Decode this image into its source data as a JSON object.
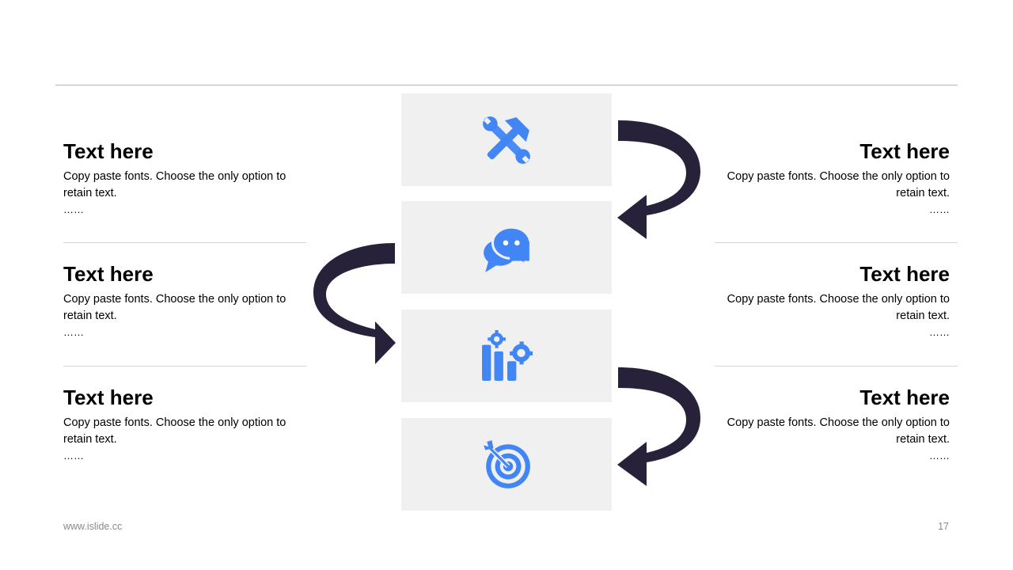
{
  "footer": {
    "site": "www.islide.cc",
    "page_number": "17"
  },
  "colors": {
    "icon": "#4285F4",
    "arrow": "#27223a",
    "box_bg": "#f0f0f0"
  },
  "steps": [
    {
      "icon": "tools-icon"
    },
    {
      "icon": "chat-icon"
    },
    {
      "icon": "chart-gear-icon"
    },
    {
      "icon": "target-icon"
    }
  ],
  "left_items": [
    {
      "title": "Text here",
      "body": "Copy paste fonts. Choose the only option to retain text.",
      "more": "……"
    },
    {
      "title": "Text here",
      "body": "Copy paste fonts. Choose the only option to retain text.",
      "more": "……"
    },
    {
      "title": "Text here",
      "body": "Copy paste fonts. Choose the only option to retain text.",
      "more": "……"
    }
  ],
  "right_items": [
    {
      "title": "Text here",
      "body": "Copy paste fonts. Choose the only option to retain text.",
      "more": "……"
    },
    {
      "title": "Text here",
      "body": "Copy paste fonts. Choose the only option to retain text.",
      "more": "……"
    },
    {
      "title": "Text here",
      "body": "Copy paste fonts. Choose the only option to retain text.",
      "more": "……"
    }
  ]
}
